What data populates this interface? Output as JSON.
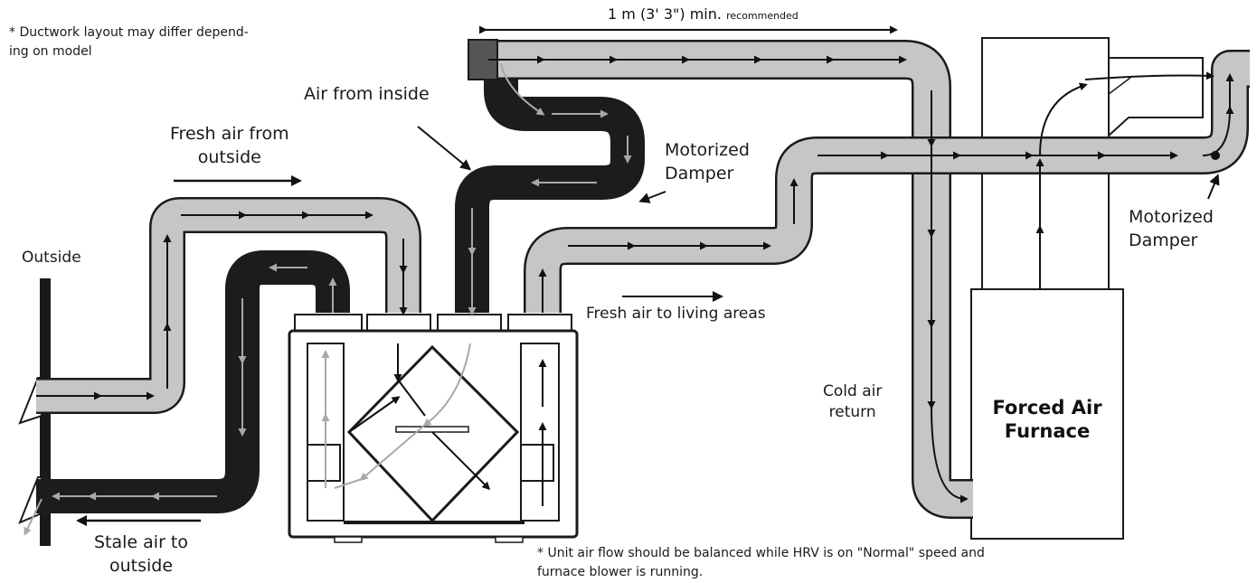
{
  "notes": {
    "ductwork": [
      "* Ductwork layout may differ depend-",
      "ing on model"
    ],
    "balance": [
      "* Unit air flow should be balanced while HRV is on \"Normal\" speed and",
      "furnace blower is running."
    ]
  },
  "labels": {
    "outside": "Outside",
    "fresh_air_from_outside": [
      "Fresh air from",
      "outside"
    ],
    "stale_air_to_outside": [
      "Stale air to",
      "outside"
    ],
    "air_from_inside": "Air from inside",
    "motorized_damper_top": [
      "Motorized",
      "Damper"
    ],
    "motorized_damper_right": [
      "Motorized",
      "Damper"
    ],
    "fresh_air_to_living_areas": "Fresh air to living areas",
    "cold_air_return": [
      "Cold air",
      "return"
    ],
    "furnace": [
      "Forced Air",
      "Furnace"
    ]
  },
  "measurement": {
    "main": "1 m (3' 3\") min.",
    "small": "recommended"
  },
  "colors": {
    "light_duct": "#c6c6c6",
    "dark_duct": "#1c1c1c",
    "outline": "#1a1a1a",
    "arrow_dark": "#111111",
    "arrow_light": "#a8a8a8"
  }
}
